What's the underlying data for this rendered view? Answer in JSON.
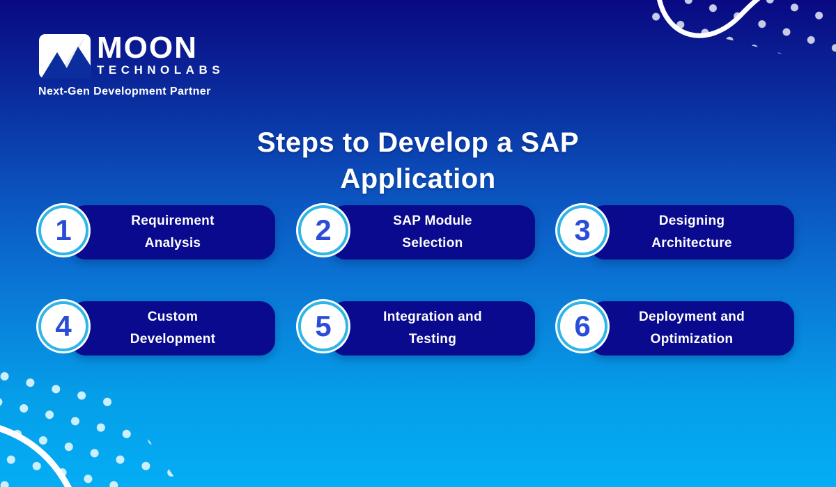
{
  "page": {
    "title": "Steps to Develop a SAP\nApplication"
  },
  "logo": {
    "name": "MOON",
    "sub": "TECHNOLABS",
    "tagline": "Next-Gen Development Partner"
  },
  "steps": [
    {
      "number": "1",
      "label": "Requirement\nAnalysis"
    },
    {
      "number": "2",
      "label": "SAP Module\nSelection"
    },
    {
      "number": "3",
      "label": "Designing\nArchitecture"
    },
    {
      "number": "4",
      "label": "Custom\nDevelopment"
    },
    {
      "number": "5",
      "label": "Integration and\nTesting"
    },
    {
      "number": "6",
      "label": "Deployment and\nOptimization"
    }
  ],
  "colors": {
    "background_top": "#0a0a84",
    "background_bottom": "#04adf5",
    "pill_background": "#0a0a8e",
    "circle_ring": "#30b5e8",
    "step_number_blue": "#2b4cd8",
    "dots_top_right": "#c8cbe7",
    "dots_bottom_left": "#cdeffc",
    "text": "#ffffff"
  }
}
